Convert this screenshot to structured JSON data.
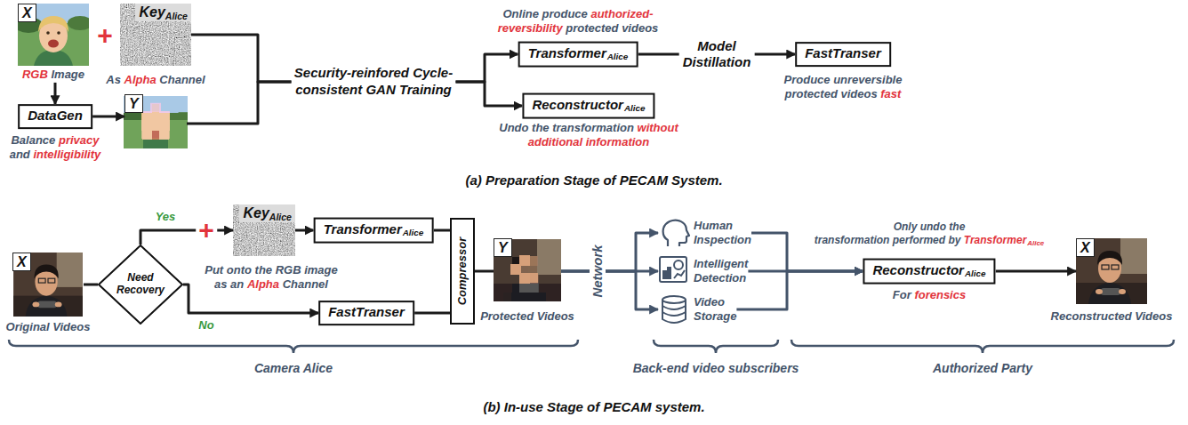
{
  "diagram": {
    "nodes": [
      {
        "text": [
          "X",
          "RGB",
          "Image"
        ]
      },
      {
        "text": [
          "Key",
          "Alice"
        ]
      },
      {
        "text": [
          "DataGen"
        ]
      },
      {
        "text": [
          "Y"
        ]
      },
      {
        "text": [
          "Security-reinfored Cycle-consistent GAN Training"
        ]
      },
      {
        "text": [
          "Transformer",
          "Alice"
        ]
      },
      {
        "text": [
          "Reconstructor",
          "Alice"
        ]
      },
      {
        "text": [
          "FastTranser"
        ]
      },
      {
        "text": [
          "X"
        ]
      },
      {
        "text": [
          "Need Recovery"
        ]
      },
      {
        "text": [
          "Key",
          "Alice"
        ]
      },
      {
        "text": [
          "Transformer",
          "Alice"
        ]
      },
      {
        "text": [
          "FastTranser"
        ]
      },
      {
        "text": [
          "Compressor"
        ]
      },
      {
        "text": [
          "Y"
        ]
      },
      {
        "text": [
          "Human Inspection"
        ]
      },
      {
        "text": [
          "Intelligent Detection"
        ]
      },
      {
        "text": [
          "Video Storage"
        ]
      },
      {
        "text": [
          "Reconstructor",
          "Alice"
        ]
      },
      {
        "text": [
          "X"
        ]
      }
    ],
    "edges": [
      {
        "from": 0,
        "to": 2,
        "arrow": "to"
      },
      {
        "from": 2,
        "to": 3,
        "arrow": "to"
      },
      {
        "from": 1,
        "to": 4,
        "arrow": "none"
      },
      {
        "from": 3,
        "to": 4,
        "arrow": "none"
      },
      {
        "from": 4,
        "to": 5,
        "arrow": "to"
      },
      {
        "from": 4,
        "to": 6,
        "arrow": "to"
      },
      {
        "from": 5,
        "to": 7,
        "label": "Model Distillation",
        "arrow": "to"
      },
      {
        "from": 8,
        "to": 9,
        "arrow": "none"
      },
      {
        "from": 9,
        "to": 10,
        "label": "Yes",
        "arrow": "to"
      },
      {
        "from": 10,
        "to": 11,
        "arrow": "to"
      },
      {
        "from": 9,
        "to": 12,
        "label": "No",
        "arrow": "to"
      },
      {
        "from": 11,
        "to": 13,
        "arrow": "none"
      },
      {
        "from": 12,
        "to": 13,
        "arrow": "none"
      },
      {
        "from": 13,
        "to": 14,
        "arrow": "none"
      },
      {
        "from": 14,
        "to": 15,
        "arrow": "to"
      },
      {
        "from": 14,
        "to": 16,
        "arrow": "to"
      },
      {
        "from": 14,
        "to": 17,
        "arrow": "to"
      },
      {
        "from": 15,
        "to": 18,
        "arrow": "to"
      },
      {
        "from": 16,
        "to": 18,
        "arrow": "to"
      },
      {
        "from": 17,
        "to": 18,
        "arrow": "to"
      },
      {
        "from": 18,
        "to": 19,
        "arrow": "to"
      }
    ],
    "labels": [
      "+",
      "As",
      "Alpha",
      "Channel",
      "Balance",
      "privacy",
      "and",
      "intelligibility",
      "Online produce",
      "authorized-",
      "reversibility",
      "protected videos",
      "Undo the transformation",
      "without",
      "additional information",
      "Produce unreversible",
      "protected videos",
      "fast",
      "(a) Preparation Stage of PECAM System.",
      "Original Videos",
      "+",
      "Put onto the RGB image",
      "as an",
      "Alpha",
      "Channel",
      "Protected Videos",
      "Network",
      "Only undo the",
      "transformation performed by",
      "Transformer",
      "Alice",
      "For",
      "forensics",
      "Reconstructed Videos",
      "Camera Alice",
      "Back-end video subscribers",
      "Authorized Party",
      "(b) In-use Stage of PECAM system."
    ]
  }
}
